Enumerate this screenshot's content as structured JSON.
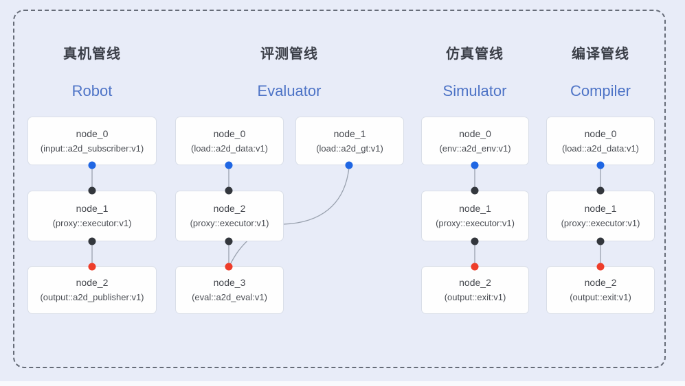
{
  "diagram": {
    "description_note": "four pipeline columns of connected graph nodes inside a dashed rounded frame",
    "colors": {
      "background": "#e8ecf8",
      "frame_dash": "#666c78",
      "node_fill": "#fefefe",
      "node_border": "#d9dee8",
      "connector": "#99a1ae",
      "title_zh": "#3b3f48",
      "title_en": "#4d73c6",
      "port_blue": "#1f66e3",
      "port_black": "#33373d",
      "port_red": "#ee3d2a"
    }
  },
  "pipelines": [
    {
      "title_zh": "真机管线",
      "title_en": "Robot",
      "nodes": [
        {
          "name": "node_0",
          "type": "(input::a2d_subscriber:v1)"
        },
        {
          "name": "node_1",
          "type": "(proxy::executor:v1)"
        },
        {
          "name": "node_2",
          "type": "(output::a2d_publisher:v1)"
        }
      ]
    },
    {
      "title_zh": "评测管线",
      "title_en": "Evaluator",
      "nodes": [
        {
          "name": "node_0",
          "type": "(load::a2d_data:v1)"
        },
        {
          "name": "node_1",
          "type": "(load::a2d_gt:v1)"
        },
        {
          "name": "node_2",
          "type": "(proxy::executor:v1)"
        },
        {
          "name": "node_3",
          "type": "(eval::a2d_eval:v1)"
        }
      ]
    },
    {
      "title_zh": "仿真管线",
      "title_en": "Simulator",
      "nodes": [
        {
          "name": "node_0",
          "type": "(env::a2d_env:v1)"
        },
        {
          "name": "node_1",
          "type": "(proxy::executor:v1)"
        },
        {
          "name": "node_2",
          "type": "(output::exit:v1)"
        }
      ]
    },
    {
      "title_zh": "编译管线",
      "title_en": "Compiler",
      "nodes": [
        {
          "name": "node_0",
          "type": "(load::a2d_data:v1)"
        },
        {
          "name": "node_1",
          "type": "(proxy::executor:v1)"
        },
        {
          "name": "node_2",
          "type": "(output::exit:v1)"
        }
      ]
    }
  ]
}
